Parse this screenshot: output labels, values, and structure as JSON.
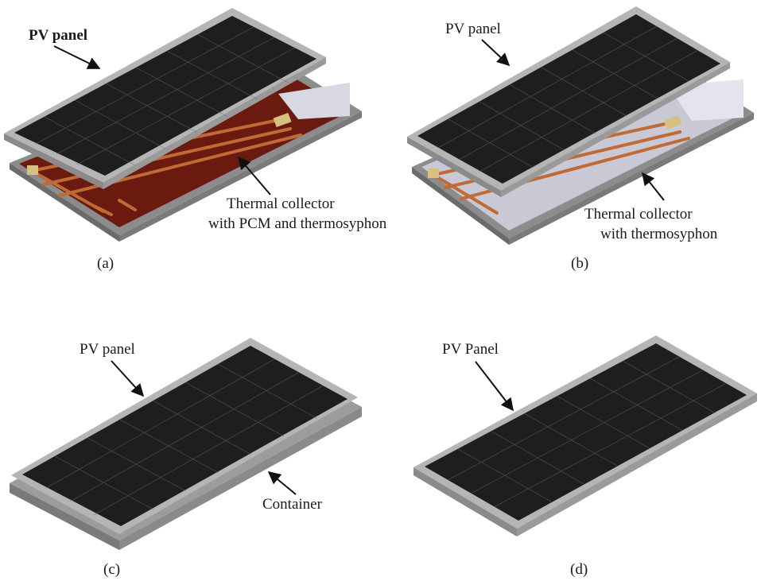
{
  "panels": [
    {
      "caption": "(a)",
      "labels": [
        "PV panel",
        "Thermal collector",
        "with PCM and thermosyphon"
      ]
    },
    {
      "caption": "(b)",
      "labels": [
        "PV panel",
        "Thermal collector",
        "with thermosyphon"
      ]
    },
    {
      "caption": "(c)",
      "labels": [
        "PV panel",
        "Container"
      ]
    },
    {
      "caption": "(d)",
      "labels": [
        "PV Panel"
      ]
    }
  ],
  "colors": {
    "pv_cell": "#1e1e1e",
    "pv_frame": "#a9a9a9",
    "pcm_red": "#6b1a10",
    "copper": "#c06a35",
    "collector_light": "#c9c9d6"
  }
}
